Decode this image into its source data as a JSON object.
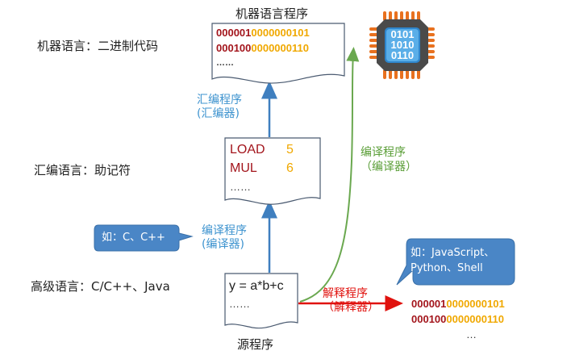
{
  "levels": {
    "machine": "机器语言：二进制代码",
    "assembly": "汇编语言：助记符",
    "high": "高级语言：C/C++、Java"
  },
  "machine_program": {
    "title": "机器语言程序",
    "lines": [
      {
        "op": "000001",
        "operand": "0000000101"
      },
      {
        "op": "000100",
        "operand": "0000000110"
      }
    ],
    "ellipsis": "……"
  },
  "chip": {
    "lines": [
      "0101",
      "1010",
      "0110"
    ]
  },
  "assembly_program": {
    "lines": [
      {
        "op": "LOAD",
        "operand": "5"
      },
      {
        "op": "MUL",
        "operand": "6"
      }
    ],
    "ellipsis": "……"
  },
  "source_program": {
    "title": "源程序",
    "code": "y = a*b+c",
    "ellipsis": "……"
  },
  "arrows": {
    "assembler": {
      "line1": "汇编程序",
      "line2": "(汇编器)"
    },
    "compiler_to_asm": {
      "line1": "编译程序",
      "line2": "(编译器)"
    },
    "compiler_to_machine": {
      "line1": "编译程序",
      "line2": "（编译器）"
    },
    "interpreter": {
      "line1": "解释程序",
      "line2": "（解释器）"
    }
  },
  "bubbles": {
    "compiled_examples": "如：C、C++",
    "interpreted_line1": "如：JavaScript、",
    "interpreted_line2": "Python、Shell"
  },
  "interpreted_output": {
    "lines": [
      {
        "op": "000001",
        "operand": "0000000101"
      },
      {
        "op": "000100",
        "operand": "0000000110"
      }
    ],
    "ellipsis": "…"
  },
  "colors": {
    "blue_arrow": "#3f7fbf",
    "green_arrow": "#6aa84f",
    "red_arrow": "#e0120e",
    "bubble": "#4a86c6",
    "binary_op": "#a3151c",
    "binary_operand": "#f0a800",
    "chip_orange": "#e8711f",
    "chip_body": "#4a4a4a",
    "chip_screen": "#5aaee8"
  }
}
